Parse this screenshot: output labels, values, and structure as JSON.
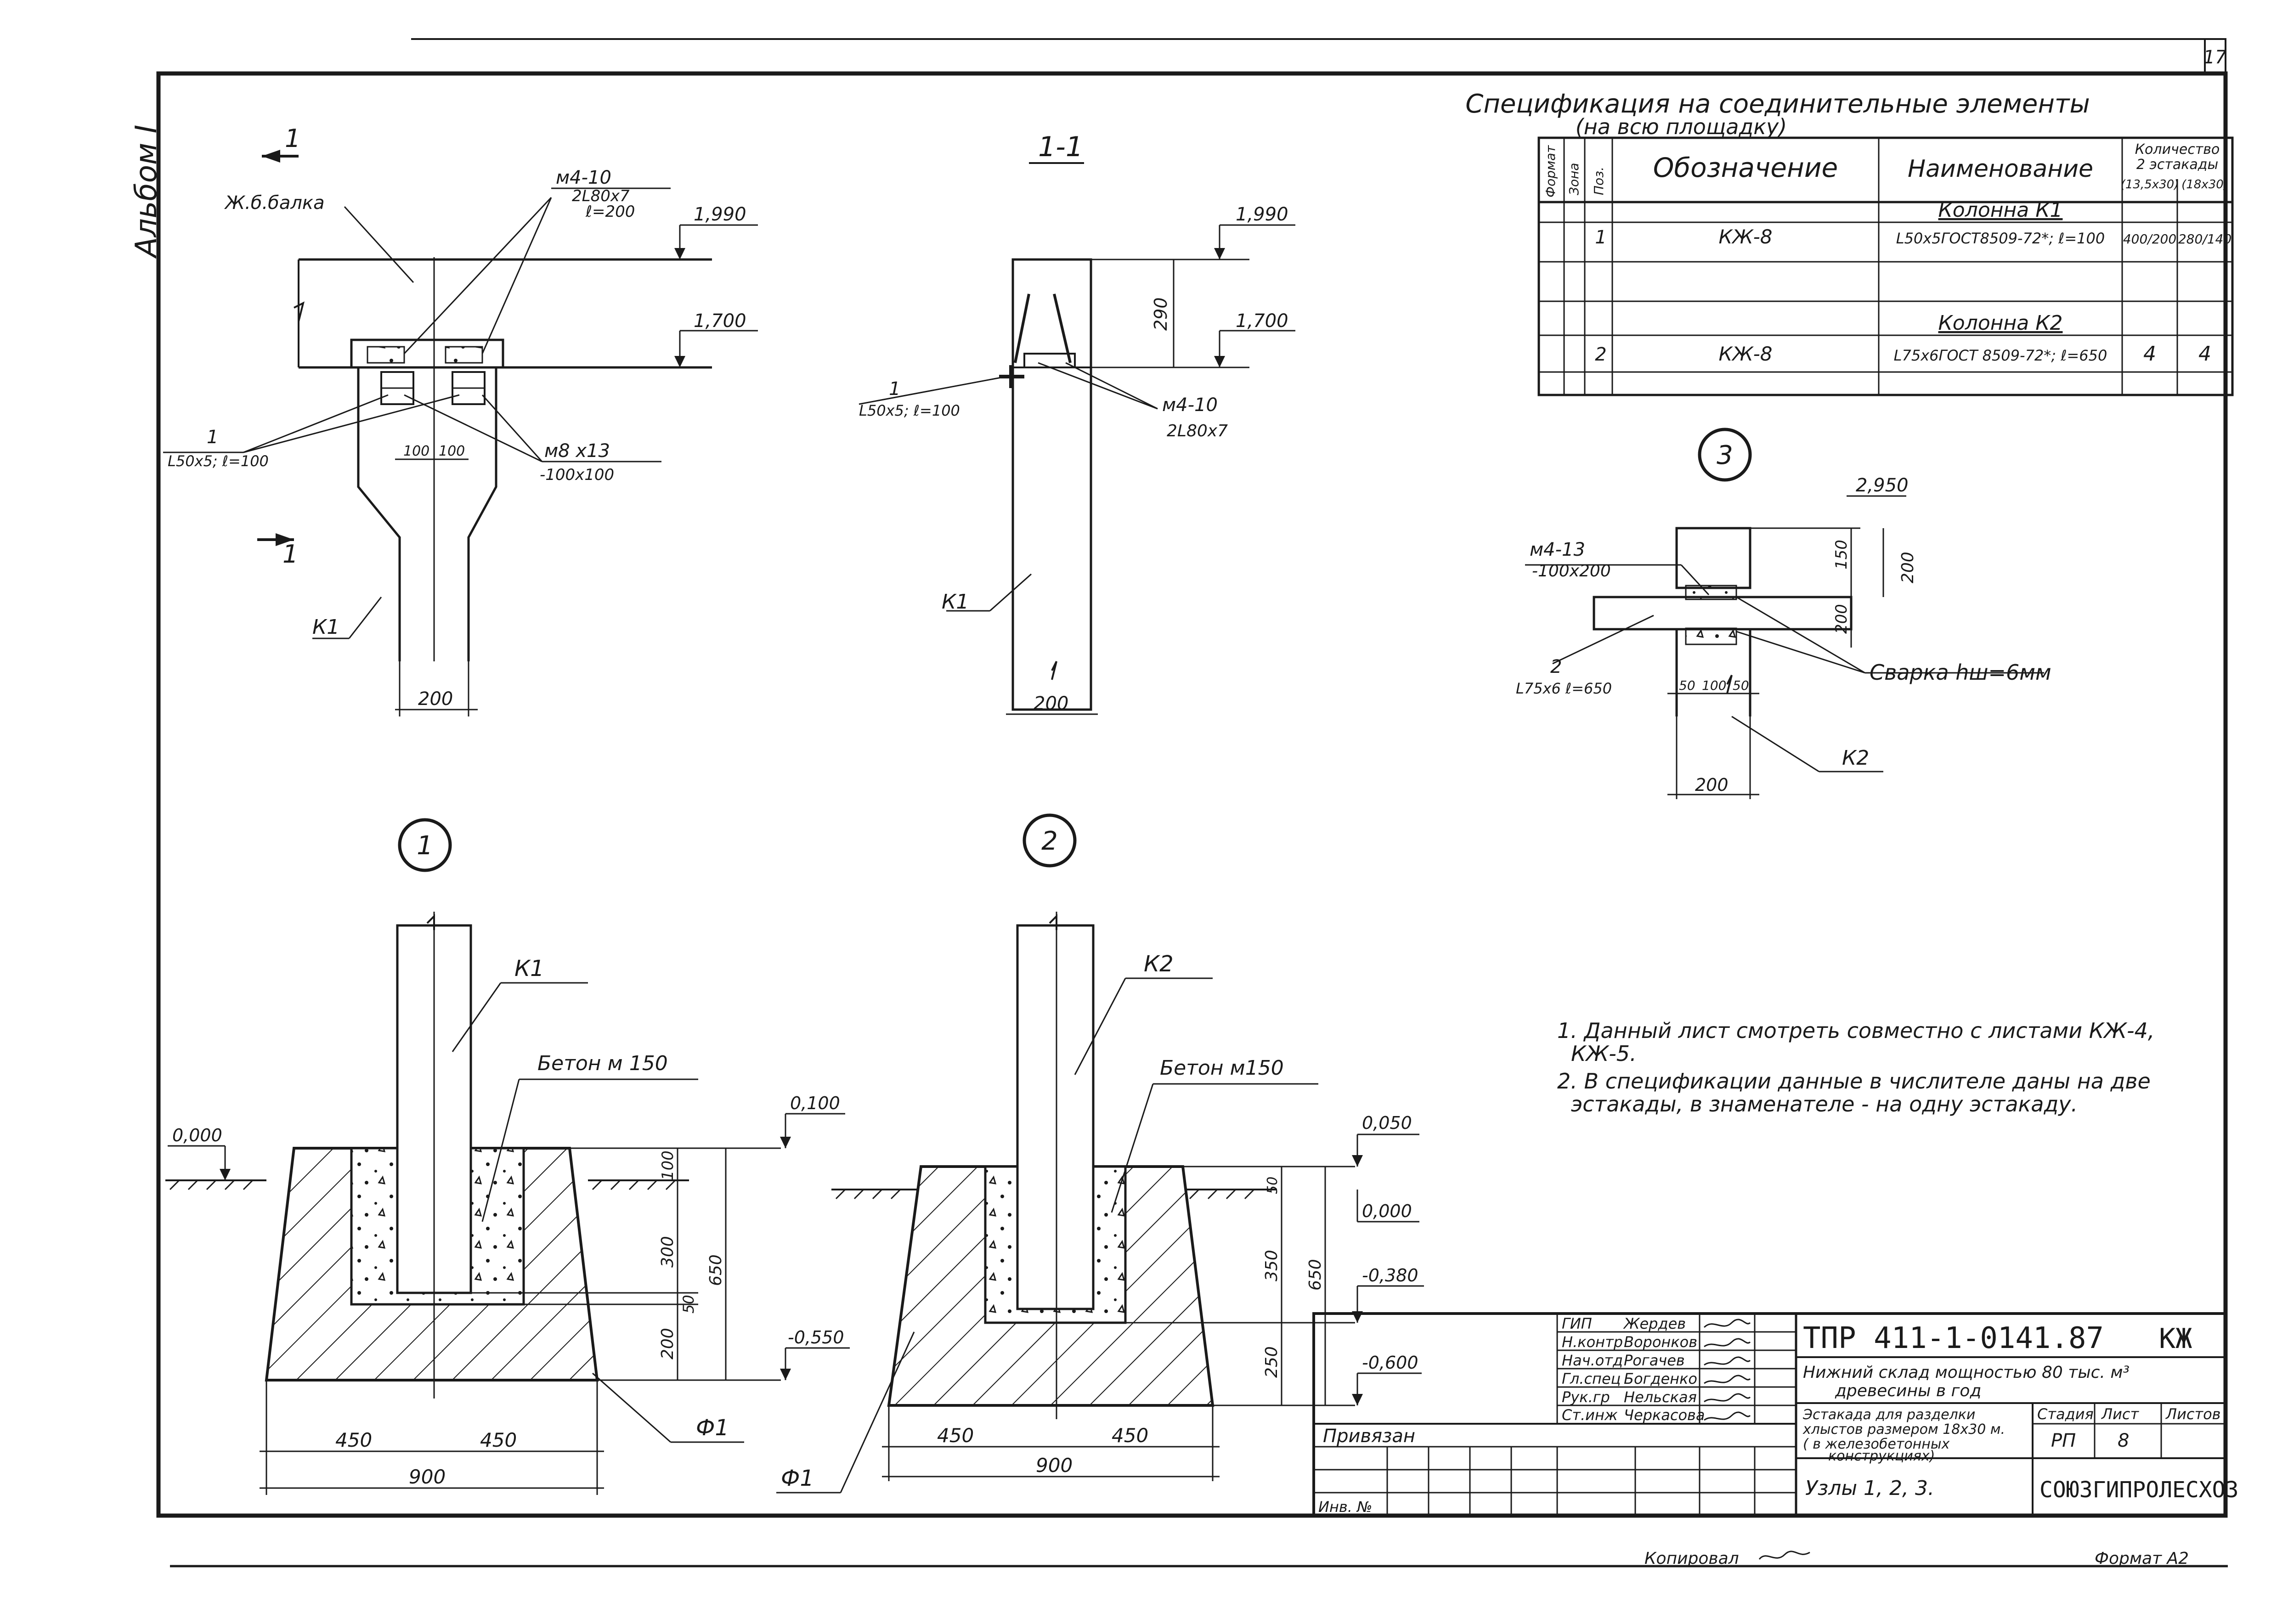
{
  "page_number": "17",
  "album": "Альбом I",
  "spec": {
    "title": "Спецификация  на соединительные элементы",
    "subtitle": "(на всю площадку)",
    "headers": {
      "format": "Формат",
      "zone": "Зона",
      "pos": "Поз.",
      "designation": "Обозначение",
      "name": "Наименование",
      "qty_title": "Количество",
      "qty_sub": "2 эстакады",
      "qty_col1": "(13,5х30)",
      "qty_col2": "(18х30)"
    },
    "rows": [
      {
        "pos": "",
        "designation": "",
        "name": "Колонна К1",
        "q1": "",
        "q2": ""
      },
      {
        "pos": "1",
        "designation": "КЖ-8",
        "name": "L50х5ГОСТ8509-72*; ℓ=100",
        "q1": "400/200",
        "q2": "280/140"
      },
      {
        "pos": "",
        "designation": "",
        "name": "",
        "q1": "",
        "q2": ""
      },
      {
        "pos": "",
        "designation": "",
        "name": "Колонна К2",
        "q1": "",
        "q2": ""
      },
      {
        "pos": "2",
        "designation": "КЖ-8",
        "name": "L75х6ГОСТ 8509-72*; ℓ=650",
        "q1": "4",
        "q2": "4"
      }
    ]
  },
  "view_plan": {
    "section_mark": "1",
    "label_beam": "Ж.б.балка",
    "label_m410": "м4-10",
    "label_2l80": "2L80х7",
    "label_l200": "ℓ=200",
    "label_pos1": "1",
    "label_l50": "L50х5; ℓ=100",
    "label_m813": "м8 х13",
    "label_plate": "-100х100",
    "dim_100a": "100",
    "dim_100b": "100",
    "label_k1": "К1",
    "dim_200": "200",
    "elev_1990": "1,990",
    "elev_1700": "1,700"
  },
  "view_section": {
    "title": "1-1",
    "elev_1990": "1,990",
    "elev_1700": "1,700",
    "dim_290": "290",
    "label_pos1": "1",
    "label_l50": "L50х5; ℓ=100",
    "label_m410": "м4-10",
    "label_2l80": "2L80х7",
    "label_k1": "К1",
    "dim_200": "200"
  },
  "node3": {
    "mark": "3",
    "elev_2950": "2,950",
    "label_m413": "м4-13",
    "label_plate": "-100х200",
    "dim_150": "150",
    "dim_200v": "200",
    "dim_200v2": "200",
    "label_pos2": "2",
    "label_l75": "L75х6  ℓ=650",
    "label_weld": "Сварка hш=6мм",
    "dim_50a": "50",
    "dim_100": "100",
    "dim_50b": "50",
    "label_k2": "К2",
    "dim_200h": "200"
  },
  "node1": {
    "mark": "1",
    "label_k1": "К1",
    "label_concrete": "Бетон м 150",
    "elev_0000": "0,000",
    "elev_0100": "0,100",
    "elev_m0550": "-0,550",
    "dim_100": "100",
    "dim_300": "300",
    "dim_50": "50",
    "dim_200": "200",
    "dim_650": "650",
    "label_f1": "Ф1",
    "dim_450a": "450",
    "dim_450b": "450",
    "dim_900": "900"
  },
  "node2": {
    "mark": "2",
    "label_k2": "К2",
    "label_concrete": "Бетон м150",
    "elev_0050": "0,050",
    "elev_0000": "0,000",
    "elev_m0380": "-0,380",
    "elev_m0600": "-0,600",
    "dim_50": "50",
    "dim_350": "350",
    "dim_250": "250",
    "dim_650": "650",
    "label_f1": "Ф1",
    "dim_450a": "450",
    "dim_450b": "450",
    "dim_900": "900"
  },
  "notes": [
    "1. Данный лист смотреть совместно с листами КЖ-4,",
    "КЖ-5.",
    "2. В спецификации данные в числителе даны на две",
    "эстакады, в знаменателе - на одну эстакаду."
  ],
  "title_block": {
    "code": "ТПР 411-1-0141.87",
    "section": "КЖ",
    "project_line1": "Нижний склад мощностью 80 тыс. м³",
    "project_line2": "древесины в год",
    "object_line1": "Эстакада для разделки",
    "object_line2": "хлыстов размером 18х30 м.",
    "object_line3": "( в железобетонных",
    "object_line4": "конструкциях)",
    "sheet_title": "Узлы  1, 2, 3.",
    "stage_label": "Стадия",
    "sheet_label": "Лист",
    "sheets_label": "Листов",
    "stage": "РП",
    "sheet": "8",
    "sheets": "",
    "org": "СОЮЗГИПРОЛЕСХОЗ",
    "attached": "Привязан",
    "inv": "Инв. №",
    "staff": [
      {
        "role": "ГИП",
        "name": "Жердев"
      },
      {
        "role": "Н.контр",
        "name": "Воронков"
      },
      {
        "role": "Нач.отд",
        "name": "Рогачев"
      },
      {
        "role": "Гл.спец",
        "name": "Богденко"
      },
      {
        "role": "Рук.гр",
        "name": "Нельская"
      },
      {
        "role": "Ст.инж",
        "name": "Черкасова"
      }
    ]
  },
  "copied": "Копировал",
  "format": "Формат А2"
}
